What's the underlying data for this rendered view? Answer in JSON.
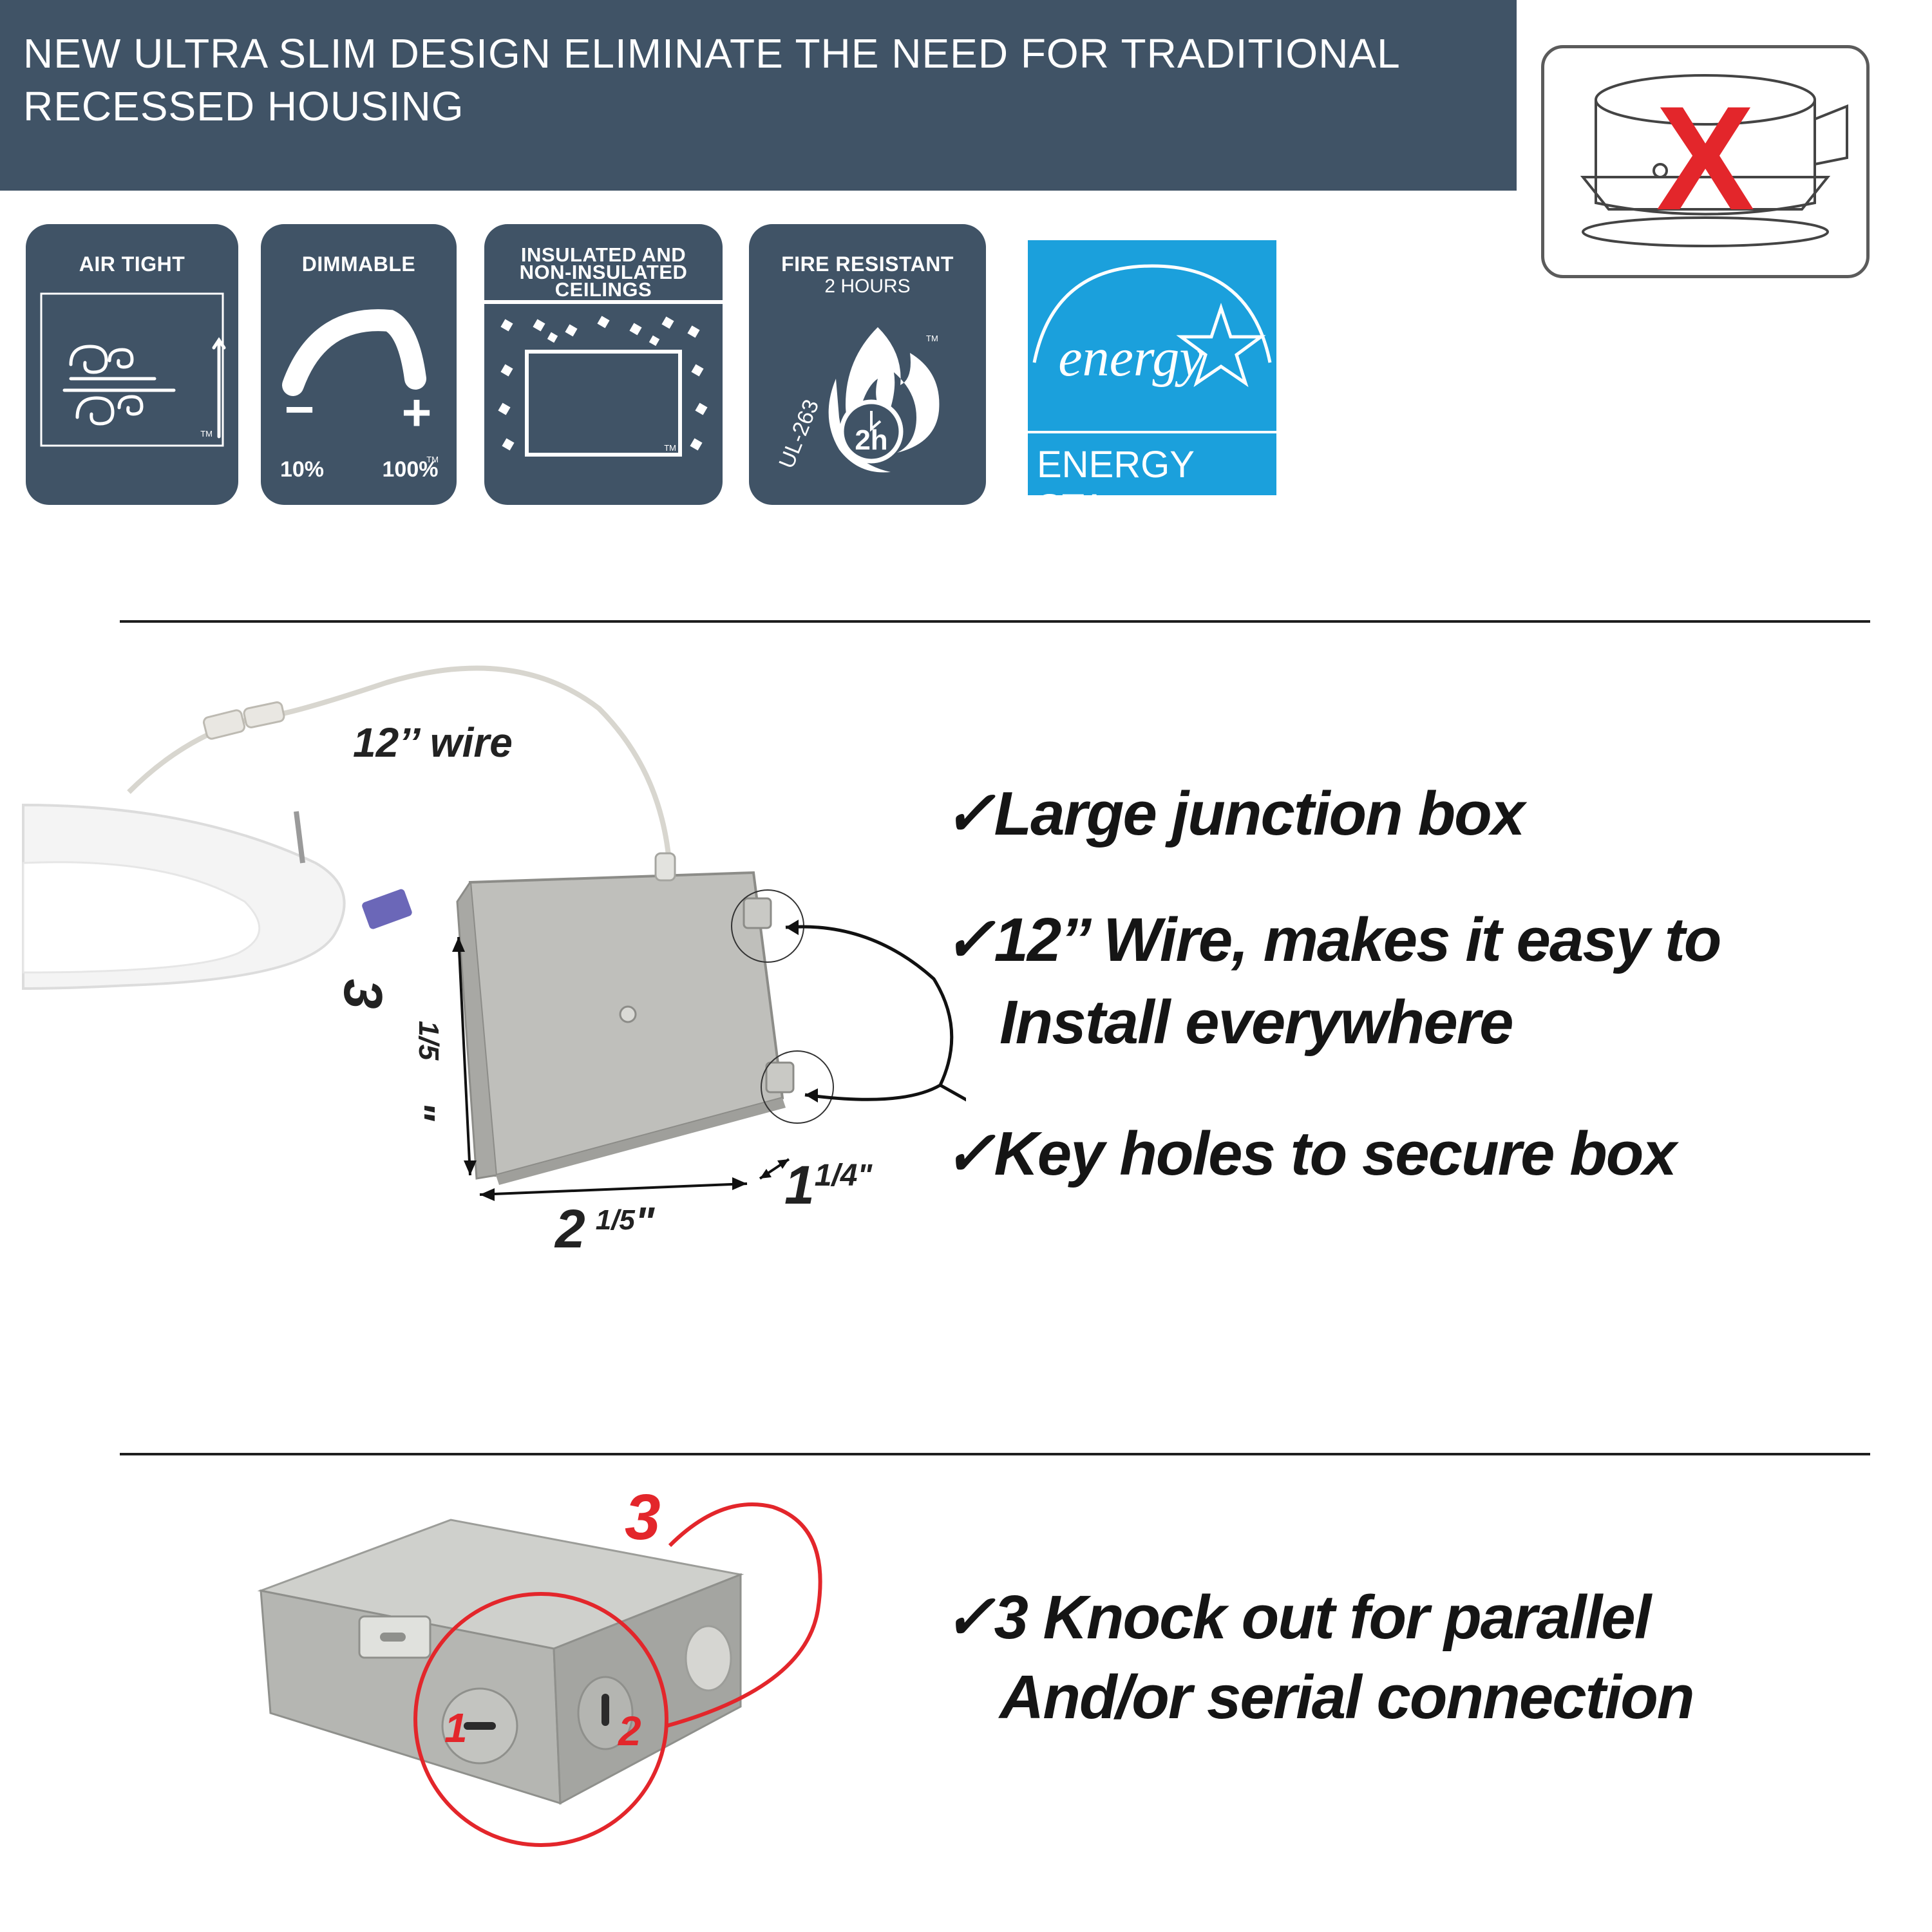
{
  "banner": {
    "text": "NEW ULTRA SLIM DESIGN ELIMINATE THE NEED FOR TRADITIONAL RECESSED HOUSING"
  },
  "housing_icon": {
    "symbol": "X",
    "color": "#e3262b"
  },
  "badges": [
    {
      "title": "AIR TIGHT",
      "tm": "TM"
    },
    {
      "title": "DIMMABLE",
      "minus": "−",
      "plus": "+",
      "low": "10%",
      "high": "100%",
      "tm": "TM"
    },
    {
      "title_line1": "INSULATED AND",
      "title_line2": "NON-INSULATED",
      "title_line3": "CEILINGS",
      "tm": "TM"
    },
    {
      "title": "FIRE RESISTANT",
      "subtitle": "2 HOURS",
      "cert": "UL-263",
      "rating": "2h",
      "tm": "TM"
    }
  ],
  "energy_star": {
    "script": "energy",
    "label": "ENERGY STA"
  },
  "diagram": {
    "wire_label": "12’’ wire",
    "height_main": "3",
    "height_frac": "1/5",
    "height_unit": "\"",
    "width_main": "2",
    "width_frac": "1/5",
    "width_unit": "\"",
    "depth_main": "1",
    "depth_frac": "1/4\""
  },
  "features": {
    "f1": "✓Large junction box",
    "f2a": "✓12’’ Wire, makes it easy to",
    "f2b": "Install everywhere",
    "f3": "✓Key holes to secure box",
    "f4a": "✓3 Knock out for parallel",
    "f4b": "And/or serial connection"
  },
  "knockouts": {
    "k1": "1",
    "k2": "2",
    "k3": "3"
  },
  "colors": {
    "banner": "#405366",
    "accent_red": "#e3262b",
    "energy_blue": "#1ba0dc"
  }
}
